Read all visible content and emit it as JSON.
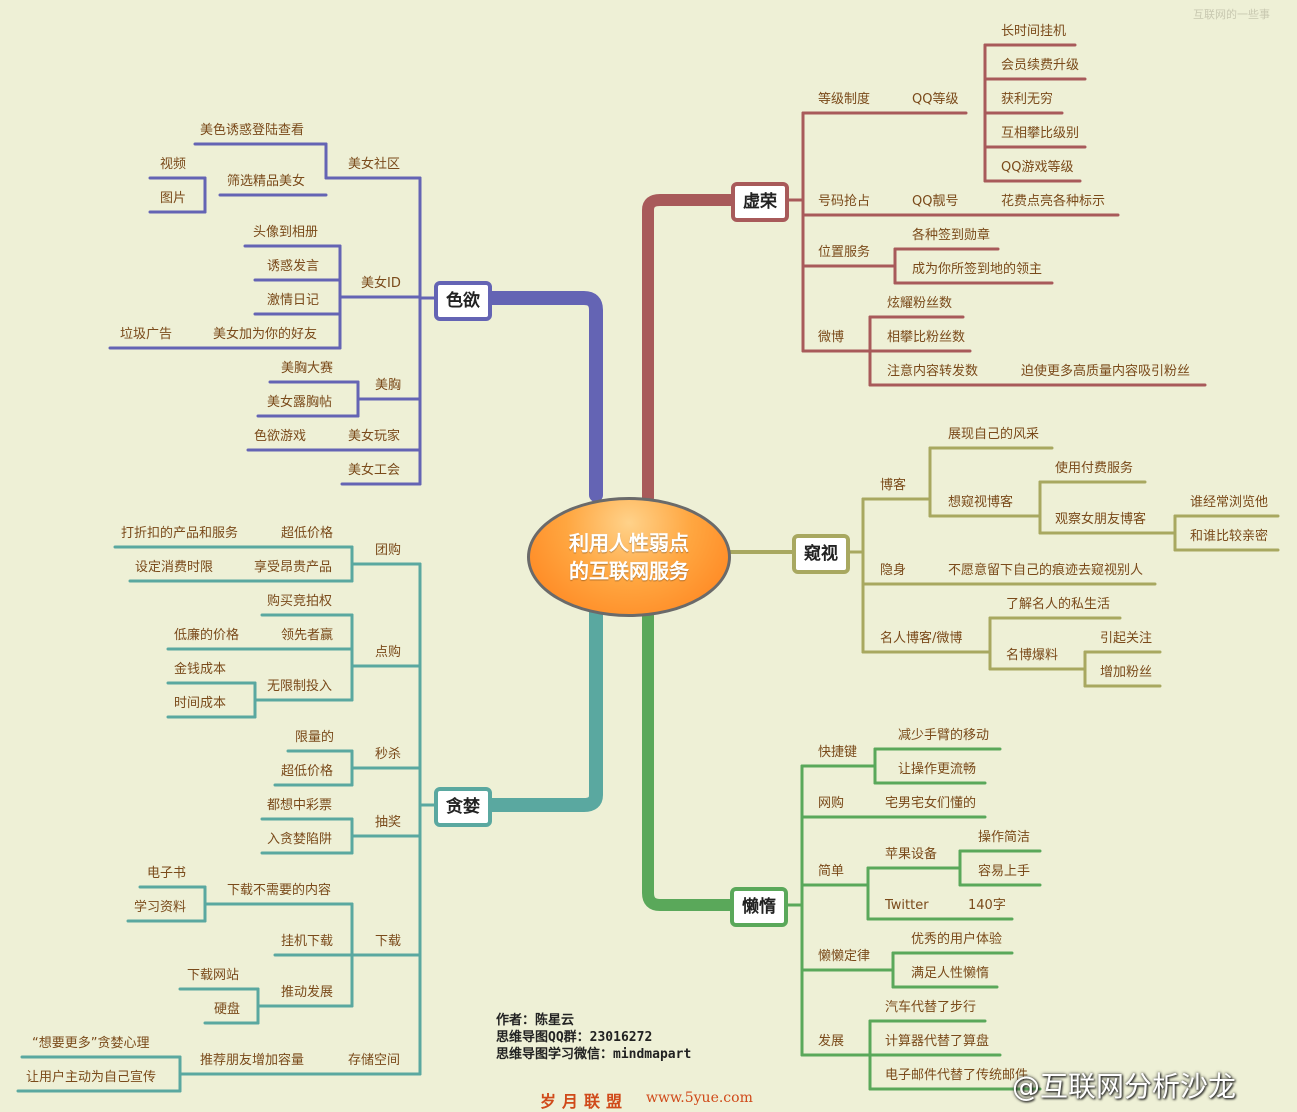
{
  "watermark_top": "互联网的一些事",
  "center_title": [
    "利用人性弱点",
    "的互联网服务"
  ],
  "credits": [
    "作者：陈星云",
    "思维导图QQ群：23016272",
    "思维导图学习微信：mindmapart"
  ],
  "footer_mark": "岁月联盟",
  "footer_url": "www.5yue.com",
  "corner_mark": "@互联网分析沙龙",
  "branches": {
    "vanity": {
      "label": "虚荣",
      "color": "#a85a5a"
    },
    "lust": {
      "label": "色欲",
      "color": "#6464b4"
    },
    "peep": {
      "label": "窥视",
      "color": "#a8a860"
    },
    "greed": {
      "label": "贪婪",
      "color": "#5aa8a0"
    },
    "lazy": {
      "label": "懒惰",
      "color": "#5aa85a"
    }
  },
  "labels": {
    "v1": "等级制度",
    "v2": "QQ等级",
    "v3": "长时间挂机",
    "v4": "会员续费升级",
    "v5": "获利无穷",
    "v6": "互相攀比级别",
    "v7": "QQ游戏等级",
    "v8": "号码抢占",
    "v9": "QQ靓号",
    "v10": "花费点亮各种标示",
    "v11": "位置服务",
    "v12": "各种签到勋章",
    "v13": "成为你所签到地的领主",
    "v14": "微博",
    "v15": "炫耀粉丝数",
    "v16": "相攀比粉丝数",
    "v17": "注意内容转发数",
    "v18": "迫使更多高质量内容吸引粉丝",
    "l1": "美色诱惑登陆查看",
    "l2": "视频",
    "l3": "筛选精品美女",
    "l4": "图片",
    "l5": "美女社区",
    "l6": "头像到相册",
    "l7": "诱惑发言",
    "l8": "美女ID",
    "l9": "激情日记",
    "l10": "垃圾广告",
    "l11": "美女加为你的好友",
    "l12": "美胸大赛",
    "l13": "美胸",
    "l14": "美女露胸帖",
    "l15": "色欲游戏",
    "l16": "美女玩家",
    "l17": "美女工会",
    "p1": "展现自己的风采",
    "p2": "博客",
    "p3": "使用付费服务",
    "p4": "想窥视博客",
    "p5": "谁经常浏览他",
    "p6": "观察女朋友博客",
    "p7": "和谁比较亲密",
    "p8": "隐身",
    "p9": "不愿意留下自己的痕迹去窥视别人",
    "p10": "了解名人的私生活",
    "p11": "名人博客/微博",
    "p12": "引起关注",
    "p13": "名博爆料",
    "p14": "增加粉丝",
    "g1": "打折扣的产品和服务",
    "g2": "超低价格",
    "g3": "团购",
    "g4": "设定消费时限",
    "g5": "享受昂贵产品",
    "g6": "购买竞拍权",
    "g7": "低廉的价格",
    "g8": "领先者赢",
    "g9": "点购",
    "g10": "金钱成本",
    "g11": "无限制投入",
    "g12": "时间成本",
    "g13": "限量的",
    "g14": "秒杀",
    "g15": "超低价格",
    "g16": "都想中彩票",
    "g17": "抽奖",
    "g18": "入贪婪陷阱",
    "g19": "电子书",
    "g20": "下载不需要的内容",
    "g21": "学习资料",
    "g22": "挂机下载",
    "g23": "下载",
    "g24": "下载网站",
    "g25": "推动发展",
    "g26": "硬盘",
    "g27": "“想要更多”贪婪心理",
    "g28": "推荐朋友增加容量",
    "g29": "存储空间",
    "g30": "让用户主动为自己宣传",
    "z1": "快捷键",
    "z2": "减少手臂的移动",
    "z3": "让操作更流畅",
    "z4": "网购",
    "z5": "宅男宅女们懂的",
    "z6": "简单",
    "z7": "苹果设备",
    "z8": "操作简洁",
    "z9": "容易上手",
    "z10": "Twitter",
    "z11": "140字",
    "z12": "懒懒定律",
    "z13": "优秀的用户体验",
    "z14": "满足人性懒惰",
    "z15": "发展",
    "z16": "汽车代替了步行",
    "z17": "计算器代替了算盘",
    "z18": "电子邮件代替了传统邮件"
  }
}
